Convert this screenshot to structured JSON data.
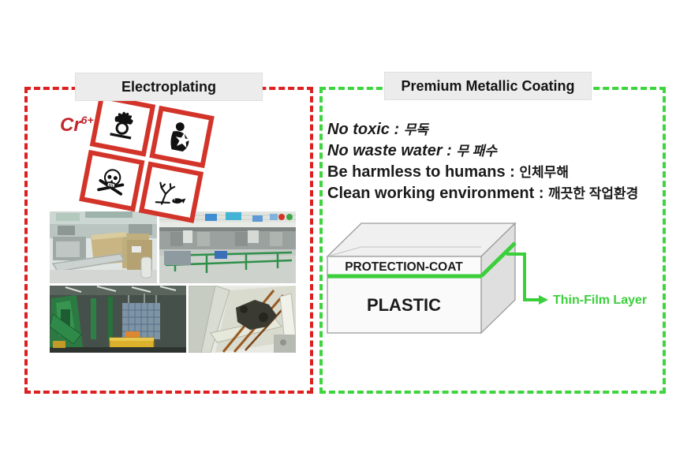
{
  "slide": {
    "background": "#ffffff",
    "left_panel": {
      "title": "Electroplating",
      "border_color": "#dc2020",
      "chem_label": {
        "base": "Cr",
        "superscript": "6+",
        "color": "#c1272d"
      },
      "hazard_pictograms": {
        "frame_color": "#d2342a",
        "icons": [
          "flame-over-circle-icon",
          "health-hazard-icon",
          "skull-crossbones-icon",
          "dead-tree-fish-icon"
        ]
      },
      "photos": [
        "electroplating-tank-room-photo",
        "plating-line-photo",
        "green-machinery-hall-photo",
        "plating-bath-rods-photo"
      ]
    },
    "right_panel": {
      "title": "Premium Metallic Coating",
      "border_color": "#3ed43e",
      "bullets": [
        {
          "en": "No toxic",
          "sep": " : ",
          "ko": "무독"
        },
        {
          "en": "No waste water",
          "sep": " : ",
          "ko": "무 패수"
        },
        {
          "en": "Be harmless to humans",
          "sep": " : ",
          "ko": "인체무해"
        },
        {
          "en": "Clean working environment",
          "sep": " : ",
          "ko": "깨끗한 작업환경"
        }
      ],
      "diagram": {
        "coat_label": "PROTECTION-COAT",
        "substrate_label": "PLASTIC",
        "callout_label": "Thin-Film Layer",
        "accent_color": "#3ccf3c"
      }
    }
  }
}
